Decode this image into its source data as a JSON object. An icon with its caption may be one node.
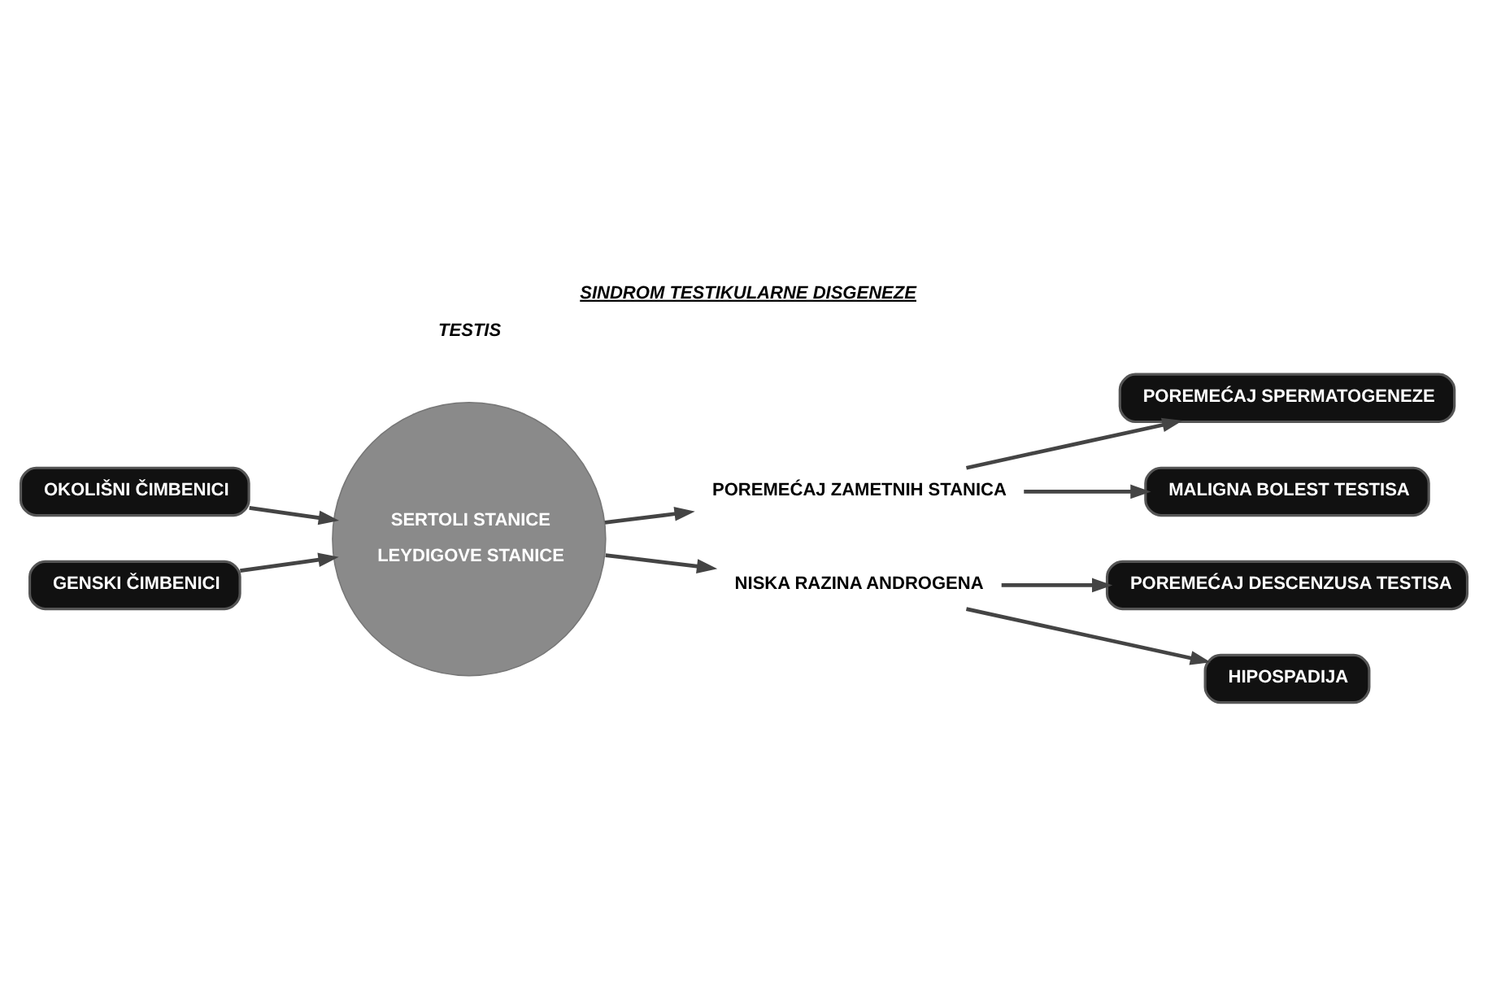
{
  "diagram": {
    "title": "SINDROM TESTIKULARNE DISGENEZE",
    "nodes": [
      {
        "text": [
          "OKOLIŠNI ČIMBENICI"
        ]
      },
      {
        "text": [
          "SERTOLI STANICE",
          "LEYDIGOVE STANICE"
        ],
        "beside": [
          "TESTIS"
        ]
      },
      {
        "text": [
          "GENSKI ČIMBENICI"
        ]
      },
      {
        "text": [
          "POREMEĆAJ ZAMETNIH STANICA"
        ]
      },
      {
        "text": [
          "NISKA RAZINA ANDROGENA"
        ]
      },
      {
        "text": [
          "POREMEĆAJ SPERMATOGENEZE"
        ]
      },
      {
        "text": [
          "MALIGNA BOLEST TESTISA"
        ]
      },
      {
        "text": [
          "POREMEĆAJ DESCENZUSA TESTISA"
        ]
      },
      {
        "text": [
          "HIPOSPADIJA"
        ]
      }
    ],
    "edges": [
      {
        "from": 0,
        "to": 1,
        "arrow": "to"
      },
      {
        "from": 2,
        "to": 1,
        "arrow": "to"
      },
      {
        "from": 1,
        "to": 3,
        "arrow": "to"
      },
      {
        "from": 1,
        "to": 4,
        "arrow": "to"
      },
      {
        "from": 3,
        "to": 5,
        "arrow": "to"
      },
      {
        "from": 3,
        "to": 6,
        "arrow": "to"
      },
      {
        "from": 4,
        "to": 7,
        "arrow": "to"
      },
      {
        "from": 4,
        "to": 8,
        "arrow": "to"
      }
    ]
  }
}
